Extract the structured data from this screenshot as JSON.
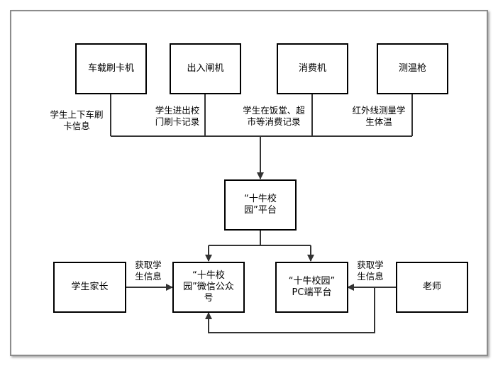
{
  "devices": [
    {
      "id": "bus",
      "label": "车载刷卡机"
    },
    {
      "id": "gate",
      "label": "出入闸机"
    },
    {
      "id": "pos",
      "label": "消费机"
    },
    {
      "id": "thermo",
      "label": "测温枪"
    }
  ],
  "device_edges": [
    "学生上下车刷\n卡信息",
    "学生进出校\n门刷卡记录",
    "学生在饭堂、超\n市等消费记录",
    "红外线测量学\n生体温"
  ],
  "platform": {
    "label": "“十牛校\n园”平台"
  },
  "wechat": {
    "label": "“十牛校\n园”微信公众\n号"
  },
  "pc": {
    "label": "“十牛校园”\nPC端平台"
  },
  "parent": {
    "label": "学生家长"
  },
  "teacher": {
    "label": "老师"
  },
  "parent_edge": "获取学\n生信息",
  "teacher_edge": "获取学\n生信息"
}
